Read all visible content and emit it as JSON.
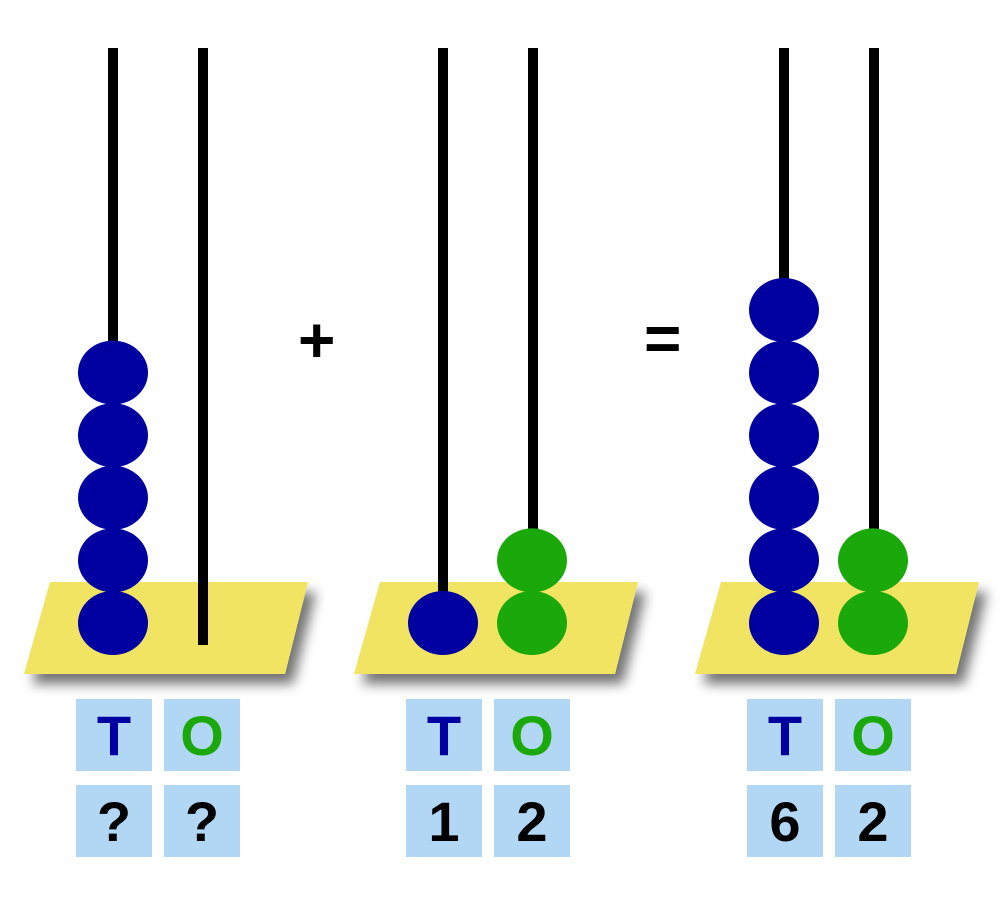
{
  "colors": {
    "tens_bead": "#0000a0",
    "ones_bead": "#1aa80a",
    "base": "#f0e462",
    "label_box": "#b2d7f5",
    "rod": "#000000"
  },
  "operators": {
    "plus": "+",
    "equals": "="
  },
  "abaci": [
    {
      "tens_beads": 5,
      "ones_beads": 0,
      "tens_label": "T",
      "ones_label": "O",
      "tens_value": "?",
      "ones_value": "?"
    },
    {
      "tens_beads": 1,
      "ones_beads": 2,
      "tens_label": "T",
      "ones_label": "O",
      "tens_value": "1",
      "ones_value": "2"
    },
    {
      "tens_beads": 6,
      "ones_beads": 2,
      "tens_label": "T",
      "ones_label": "O",
      "tens_value": "6",
      "ones_value": "2"
    }
  ]
}
